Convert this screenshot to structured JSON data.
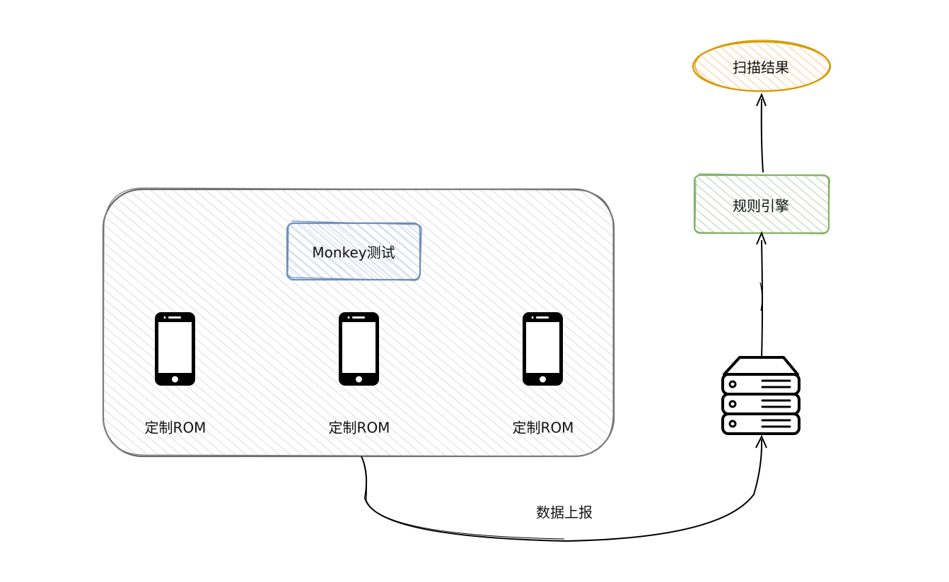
{
  "diagram": {
    "container": {
      "label": "Monkey测试",
      "devices": [
        {
          "label": "定制ROM",
          "icon": "smartphone-icon"
        },
        {
          "label": "定制ROM",
          "icon": "smartphone-icon"
        },
        {
          "label": "定制ROM",
          "icon": "smartphone-icon"
        }
      ]
    },
    "server": {
      "icon": "server-icon"
    },
    "edge_label": "数据上报",
    "rule_engine": {
      "label": "规则引擎"
    },
    "scan_result": {
      "label": "扫描结果"
    },
    "colors": {
      "container_stroke": "#666666",
      "container_fill": "#f0f0f0",
      "monkey_stroke": "#6c8ebf",
      "monkey_fill": "#dae8fc",
      "rule_stroke": "#82b366",
      "rule_fill": "#d5e8d4",
      "result_stroke": "#d79b00",
      "result_fill": "#ffe6cc"
    }
  }
}
